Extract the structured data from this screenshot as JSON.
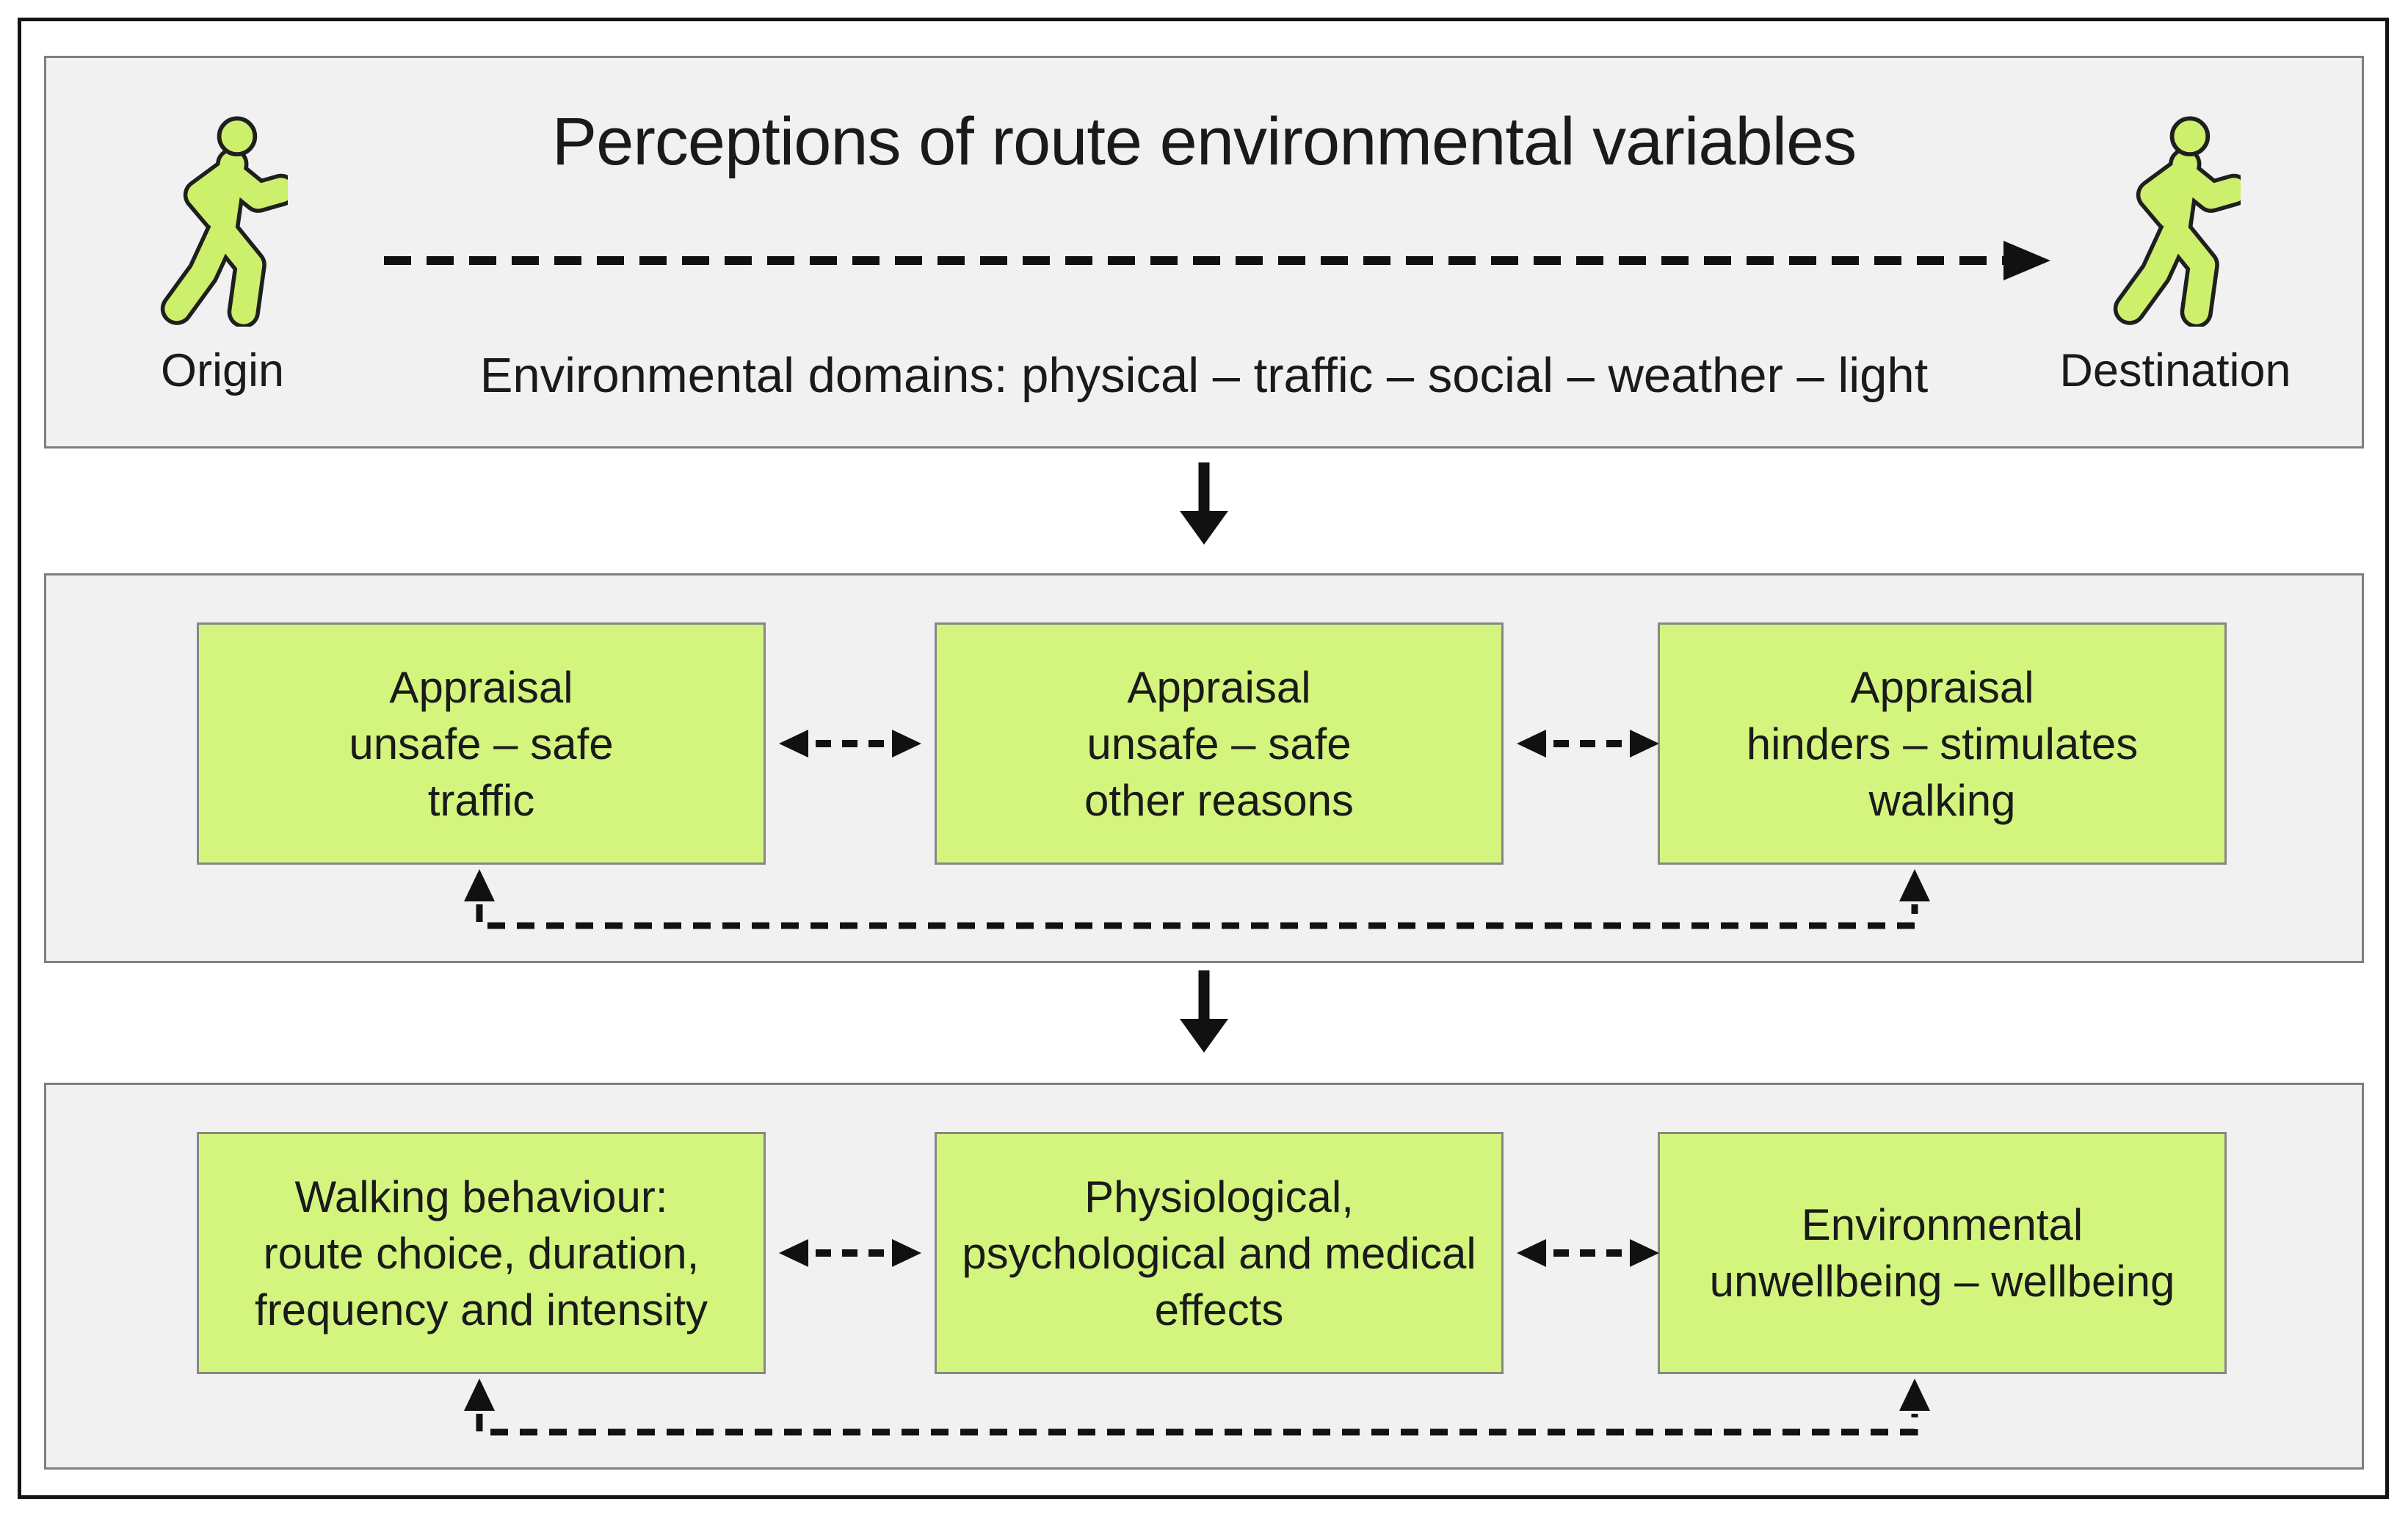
{
  "colors": {
    "box_fill": "#d4f57d",
    "box_border": "#878787",
    "panel_fill": "#f1f1f1",
    "panel_border": "#7f7f7f",
    "outer_border": "#141414",
    "icon_fill": "#cdf06c",
    "line_color": "#111111",
    "text_color": "#1a1a1a"
  },
  "top_panel": {
    "title": "Perceptions of route environmental variables",
    "origin_label": "Origin",
    "destination_label": "Destination",
    "domains_caption": "Environmental domains: physical – traffic – social – weather – light"
  },
  "appraisal_panel": {
    "boxes": [
      {
        "lines": [
          "Appraisal",
          "unsafe – safe",
          "traffic"
        ]
      },
      {
        "lines": [
          "Appraisal",
          "unsafe – safe",
          "other reasons"
        ]
      },
      {
        "lines": [
          "Appraisal",
          "hinders – stimulates",
          "walking"
        ]
      }
    ]
  },
  "outcome_panel": {
    "boxes": [
      {
        "lines": [
          "Walking behaviour:",
          "route choice, duration,",
          "frequency and intensity"
        ]
      },
      {
        "lines": [
          "Physiological,",
          "psychological and medical",
          "effects"
        ]
      },
      {
        "lines": [
          "Environmental",
          "unwellbeing – wellbeing"
        ]
      }
    ]
  }
}
